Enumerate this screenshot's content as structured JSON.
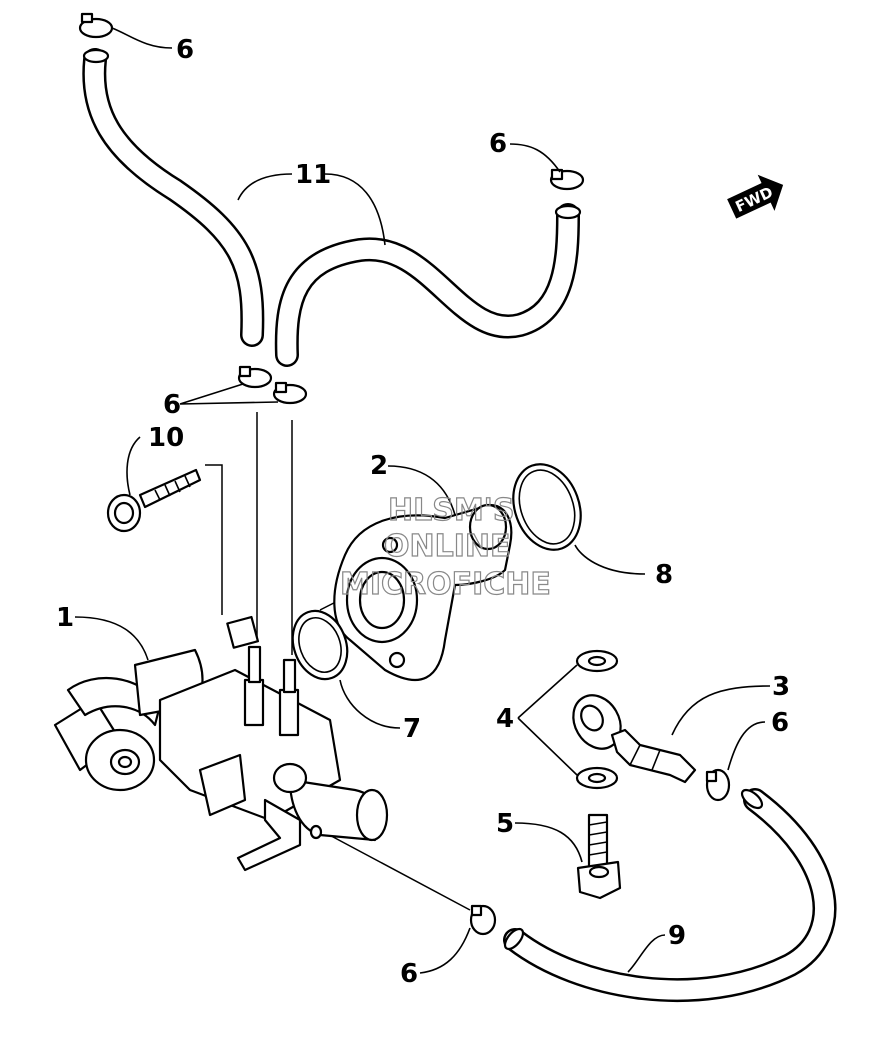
{
  "watermark": {
    "line1": "HLSM'S",
    "line2": "ONLINE",
    "line3": "MICROFICHE"
  },
  "direction_badge": "FWD",
  "callouts": {
    "c1": "1",
    "c2": "2",
    "c3": "3",
    "c4": "4",
    "c5": "5",
    "c6_top": "6",
    "c6_upper_right": "6",
    "c6_middle": "6",
    "c6_right": "6",
    "c6_bottom": "6",
    "c7": "7",
    "c8": "8",
    "c9": "9",
    "c10": "10",
    "c11": "11"
  },
  "colors": {
    "line": "#000000",
    "background": "#ffffff",
    "watermark": "#888888"
  }
}
